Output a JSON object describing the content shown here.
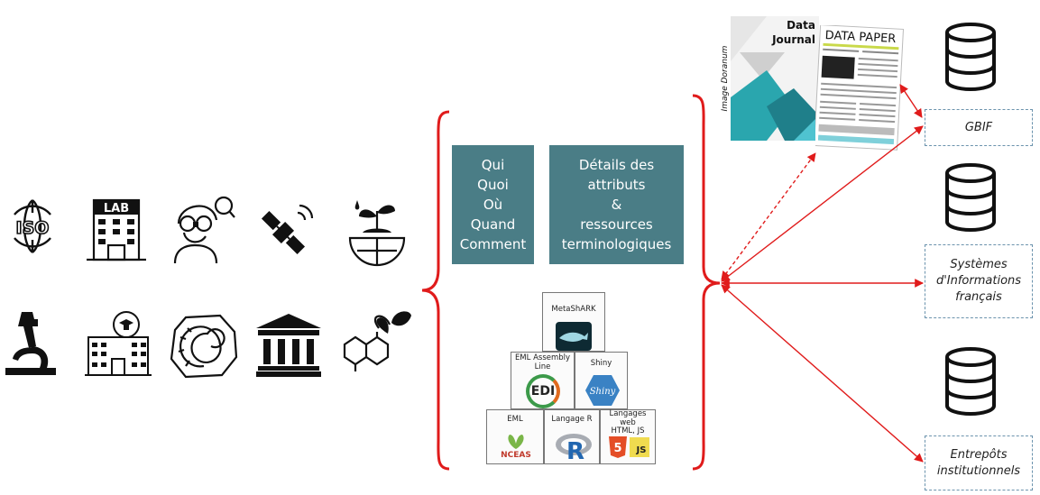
{
  "teal_boxes": {
    "who_what": "Qui\nQuoi\nOù\nQuand\nComment",
    "details": "Détails des\nattributs\n&\nressources\nterminologiques"
  },
  "tools": {
    "metashark": "MetaShARK",
    "eml_assembly_line": "EML Assembly\nLine",
    "shiny": "Shiny",
    "eml": "EML",
    "langage_r": "Langage R",
    "langages_web": "Langages web\nHTML, JS",
    "edi_logo_text": "EDI",
    "shiny_logo_text": "Shiny",
    "nceas_logo_text": "NCEAS",
    "r_logo_text": "R",
    "js_logo_text": "JS",
    "html5_logo_text": "5"
  },
  "paper": {
    "data_journal": "Data\nJournal",
    "data_paper": "DATA PAPER",
    "credit": "Image Doranum"
  },
  "targets": {
    "gbif": "GBIF",
    "systemes": "Systèmes\nd'Informations\nfrançais",
    "entrepots": "Entrepôts\ninstitutionnels"
  },
  "icons": {
    "iso_text": "ISO",
    "lab_text": "LAB"
  },
  "colors": {
    "teal": "#4a7d86",
    "arrow_red": "#e01b1b",
    "paper_teal": "#2aa6ae",
    "dash_border": "#6b93ad"
  }
}
